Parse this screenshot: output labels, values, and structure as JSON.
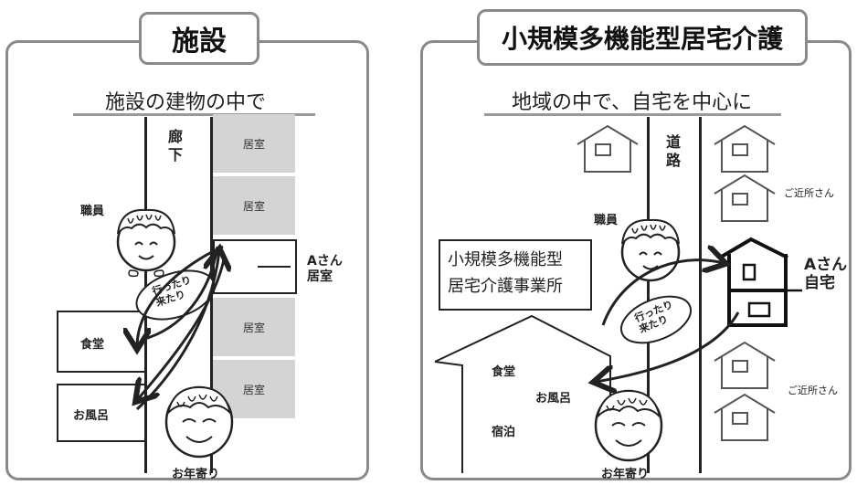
{
  "left": {
    "title": "施設",
    "subtitle": "施設の建物の中で",
    "corridor": "廊\n下",
    "staff": "職員",
    "rooms": [
      "居室",
      "居室",
      "居室",
      "居室"
    ],
    "a_room": "Aさん\n居室",
    "dining": "食堂",
    "bath": "お風呂",
    "back_forth": "行ったり\n来たり",
    "elder": "お年寄り"
  },
  "right": {
    "title": "小規模多機能型居宅介護",
    "subtitle": "地域の中で、自宅を中心に",
    "road": "道\n路",
    "staff": "職員",
    "office": "小規模多機能型\n居宅介護事業所",
    "neighbor_top": "ご近所さん",
    "neighbor_bottom": "ご近所さん",
    "a_home": "Aさん\n自宅",
    "dining": "食堂",
    "bath": "お風呂",
    "stay": "宿泊",
    "back_forth": "行ったり\n来たり",
    "elder": "お年寄り"
  },
  "colors": {
    "frame": "#8a8a8a",
    "room_fill": "#d4d4d4",
    "ink": "#222222"
  }
}
